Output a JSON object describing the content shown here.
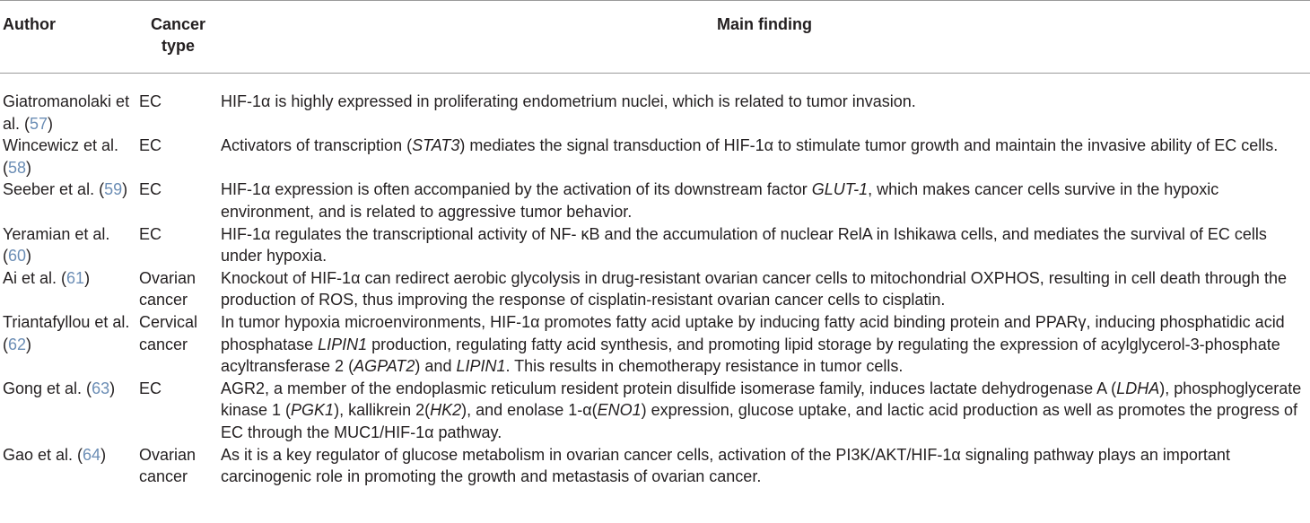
{
  "headers": {
    "author": "Author",
    "cancer_type": "Cancer type",
    "main_finding": "Main finding"
  },
  "rows": [
    {
      "author": "Giatromanolaki et al. (",
      "ref": "57",
      "author_end": ")",
      "cancer_type": "EC",
      "finding": [
        {
          "text": "HIF-1α is highly expressed in proliferating endometrium nuclei, which is related to tumor invasion.",
          "italic": false
        }
      ]
    },
    {
      "author": "Wincewicz et al. (",
      "ref": "58",
      "author_end": ")",
      "cancer_type": "EC",
      "finding": [
        {
          "text": "Activators of transcription (",
          "italic": false
        },
        {
          "text": "STAT3",
          "italic": true
        },
        {
          "text": ") mediates the signal transduction of HIF-1α to stimulate tumor growth and maintain the invasive ability of EC cells.",
          "italic": false
        }
      ]
    },
    {
      "author": "Seeber et al. (",
      "ref": "59",
      "author_end": ")",
      "cancer_type": "EC",
      "finding": [
        {
          "text": "HIF-1α expression is often accompanied by the activation of its downstream factor ",
          "italic": false
        },
        {
          "text": "GLUT-1",
          "italic": true
        },
        {
          "text": ", which makes cancer cells survive in the hypoxic environment, and is related to aggressive tumor behavior.",
          "italic": false
        }
      ]
    },
    {
      "author": "Yeramian et al. (",
      "ref": "60",
      "author_end": ")",
      "cancer_type": "EC",
      "finding": [
        {
          "text": "HIF-1α regulates the transcriptional activity of NF- κB and the accumulation of nuclear RelA in Ishikawa cells, and mediates the survival of EC cells under hypoxia.",
          "italic": false
        }
      ]
    },
    {
      "author": "Ai et al. (",
      "ref": "61",
      "author_end": ")",
      "cancer_type": "Ovarian cancer",
      "finding": [
        {
          "text": "Knockout of HIF-1α can redirect aerobic glycolysis in drug-resistant ovarian cancer cells to mitochondrial OXPHOS, resulting in cell death through the production of ROS, thus improving the response of cisplatin-resistant ovarian cancer cells to cisplatin.",
          "italic": false
        }
      ]
    },
    {
      "author": "Triantafyllou et al. (",
      "ref": "62",
      "author_end": ")",
      "cancer_type": "Cervical cancer",
      "finding": [
        {
          "text": "In tumor hypoxia microenvironments, HIF-1α promotes fatty acid uptake by inducing fatty acid binding protein and PPARγ, inducing phosphatidic acid phosphatase ",
          "italic": false
        },
        {
          "text": "LIPIN1",
          "italic": true
        },
        {
          "text": " production, regulating fatty acid synthesis, and promoting lipid storage by regulating the expression of acylglycerol-3-phosphate acyltransferase 2 (",
          "italic": false
        },
        {
          "text": "AGPAT2",
          "italic": true
        },
        {
          "text": ") and ",
          "italic": false
        },
        {
          "text": "LIPIN1",
          "italic": true
        },
        {
          "text": ". This results in chemotherapy resistance in tumor cells.",
          "italic": false
        }
      ]
    },
    {
      "author": "Gong et al. (",
      "ref": "63",
      "author_end": ")",
      "cancer_type": "EC",
      "finding": [
        {
          "text": "AGR2, a member of the endoplasmic reticulum resident protein disulfide isomerase family, induces lactate dehydrogenase A (",
          "italic": false
        },
        {
          "text": "LDHA",
          "italic": true
        },
        {
          "text": "), phosphoglycerate kinase 1 (",
          "italic": false
        },
        {
          "text": "PGK1",
          "italic": true
        },
        {
          "text": "), kallikrein 2(",
          "italic": false
        },
        {
          "text": "HK2",
          "italic": true
        },
        {
          "text": "), and enolase 1-α(",
          "italic": false
        },
        {
          "text": "ENO1",
          "italic": true
        },
        {
          "text": ") expression, glucose uptake, and lactic acid production as well as promotes the progress of EC through the MUC1/HIF-1α pathway.",
          "italic": false
        }
      ]
    },
    {
      "author": "Gao et al. (",
      "ref": "64",
      "author_end": ")",
      "cancer_type": "Ovarian cancer",
      "finding": [
        {
          "text": "As it is a key regulator of glucose metabolism in ovarian cancer cells, activation of the PI3K/AKT/HIF-1α signaling pathway plays an important carcinogenic role in promoting the growth and metastasis of ovarian cancer.",
          "italic": false
        }
      ]
    }
  ]
}
